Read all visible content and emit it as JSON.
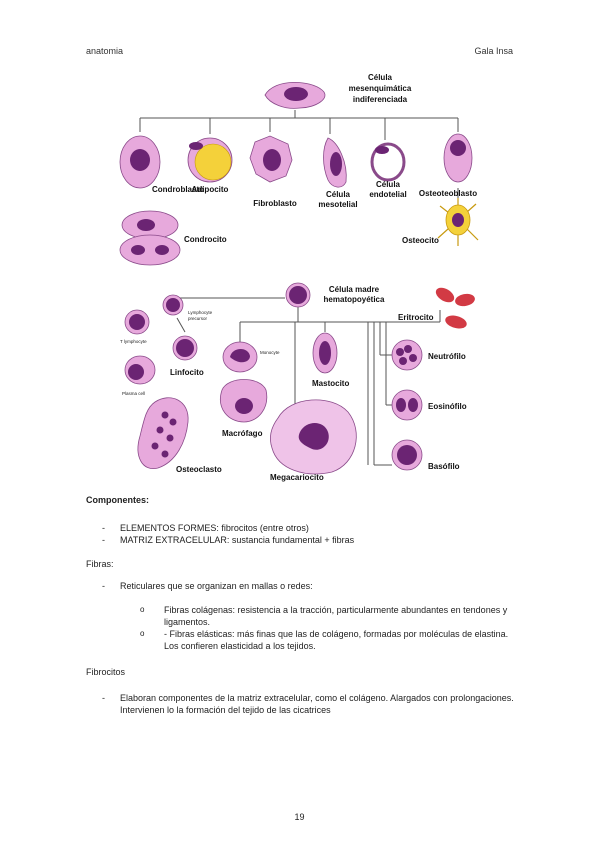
{
  "header": {
    "left": "anatomia",
    "right": "Gala Insa"
  },
  "figure": {
    "labels": {
      "mesenchymal_1": "Célula",
      "mesenchymal_2": "mesenquimática",
      "mesenchymal_3": "indiferenciada",
      "condroblasto": "Condroblasto",
      "adipocito": "Adipocito",
      "fibroblasto": "Fibroblasto",
      "mesotelial_1": "Célula",
      "mesotelial_2": "mesotelial",
      "endotelial_1": "Célula",
      "endotelial_2": "endotelial",
      "osteoteoblasto": "Osteoteoblasto",
      "condrocito": "Condrocito",
      "osteocito": "Osteocito",
      "hemato_1": "Célula madre",
      "hemato_2": "hematopoyética",
      "eritrocito": "Eritrocito",
      "lymph_precursor_1": "Lymphocyte",
      "lymph_precursor_2": "precursor",
      "t_lymphocyte": "T lymphocyte",
      "linfocito": "Linfocito",
      "plasma_cell": "Plasma cell",
      "monocyte": "Monocyte",
      "neutrofilo": "Neutrófilo",
      "mastocito": "Mastocito",
      "macrofago": "Macrófago",
      "eosinofilo": "Eosinófilo",
      "osteoclasto": "Osteoclasto",
      "megacariocito": "Megacariocito",
      "basofilo": "Basófilo"
    }
  },
  "content": {
    "componentes_title": "Componentes:",
    "componentes_items": [
      "ELEMENTOS FORMES: fibrocitos (entre otros)",
      "MATRIZ EXTRACELULAR: sustancia fundamental + fibras"
    ],
    "fibras_title": "Fibras:",
    "fibras_item": "Reticulares que se organizan en mallas o redes:",
    "fibras_sub": [
      "Fibras colágenas: resistencia a la tracción, particularmente abundantes en tendones y ligamentos.",
      "- Fibras elásticas: más finas que las de colágeno, formadas por moléculas de elastina. Los confieren elasticidad a los tejidos."
    ],
    "fibrocitos_title": "Fibrocitos",
    "fibrocitos_item": "Elaboran componentes de la matriz extracelular, como el colágeno. Alargados con prolongaciones. Intervienen lo la formación del tejido de las cicatrices"
  },
  "footer": {
    "page_number": "19"
  },
  "colors": {
    "cell_fill": "#e7a9dc",
    "nucleus": "#6b2473",
    "adipocyte": "#f4d13a",
    "erythrocyte": "#d23a44"
  }
}
